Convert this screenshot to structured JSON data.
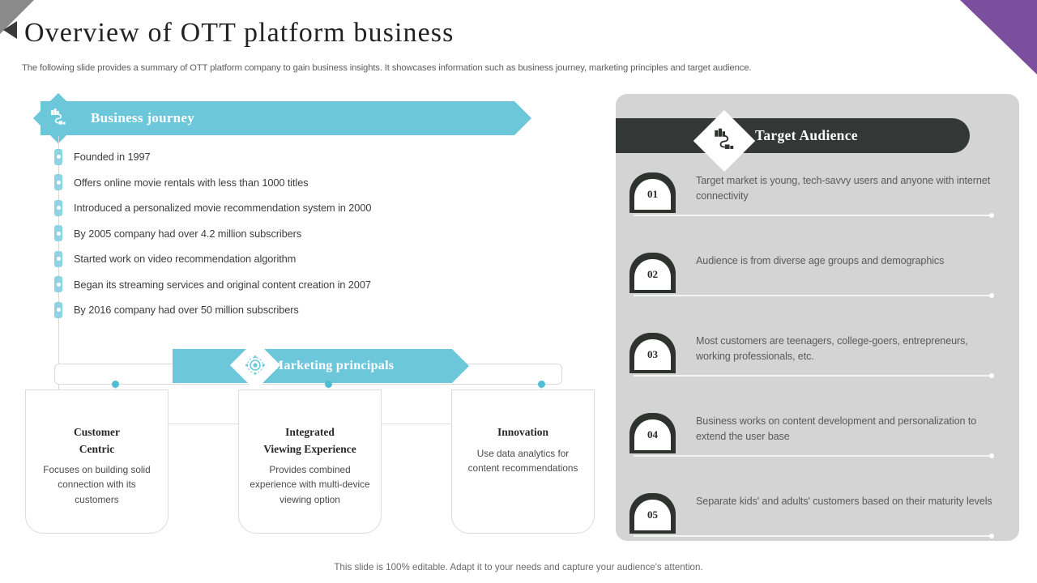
{
  "header": {
    "title": "Overview of OTT  platform business",
    "subtitle": "The following slide provides a summary of OTT  platform company to gain business insights. It showcases information such as business journey, marketing principles and target audience."
  },
  "colors": {
    "teal": "#6cc7da",
    "dark": "#333836",
    "panel_gray": "#d4d4d4",
    "purple": "#7b4f9d",
    "corner_gray": "#8a8a8a"
  },
  "business_journey": {
    "banner_label": "Business journey",
    "icon": "roadmap-icon",
    "items": [
      "Founded in 1997",
      "Offers online movie rentals with less than 1000 titles",
      "Introduced a personalized movie recommendation system in 2000",
      "By 2005 company had over 4.2 million subscribers",
      "Started work on video  recommendation algorithm",
      "Began its streaming services and original content creation in 2007",
      "By 2016 company had over 50 million subscribers"
    ]
  },
  "marketing_principals": {
    "banner_label": "Marketing principals",
    "icon": "gear-target-icon",
    "cards": [
      {
        "title": "Customer\nCentric",
        "title_line1": "Customer",
        "title_line2": "Centric",
        "body": "Focuses on building solid connection with its customers"
      },
      {
        "title_line1": "Integrated",
        "title_line2": "Viewing  Experience",
        "body": "Provides  combined experience with multi-device viewing  option"
      },
      {
        "title_line1": "Innovation",
        "title_line2": "",
        "body": "Use data analytics for content recommendations"
      }
    ]
  },
  "target_audience": {
    "title": "Target Audience",
    "icon": "roadmap-icon",
    "items": [
      {
        "number": "01",
        "text": "Target market is young, tech-savvy users and anyone with internet connectivity"
      },
      {
        "number": "02",
        "text": "Audience is from diverse age groups and demographics"
      },
      {
        "number": "03",
        "text": "Most customers are teenagers, college-goers, entrepreneurs, working professionals, etc."
      },
      {
        "number": "04",
        "text": "Business works on content development and personalization to extend the user base"
      },
      {
        "number": "05",
        "text": "Separate kids' and adults' customers based on their maturity levels"
      }
    ]
  },
  "footer": {
    "note": "This slide is 100% editable. Adapt it to your needs and capture your audience's attention."
  }
}
